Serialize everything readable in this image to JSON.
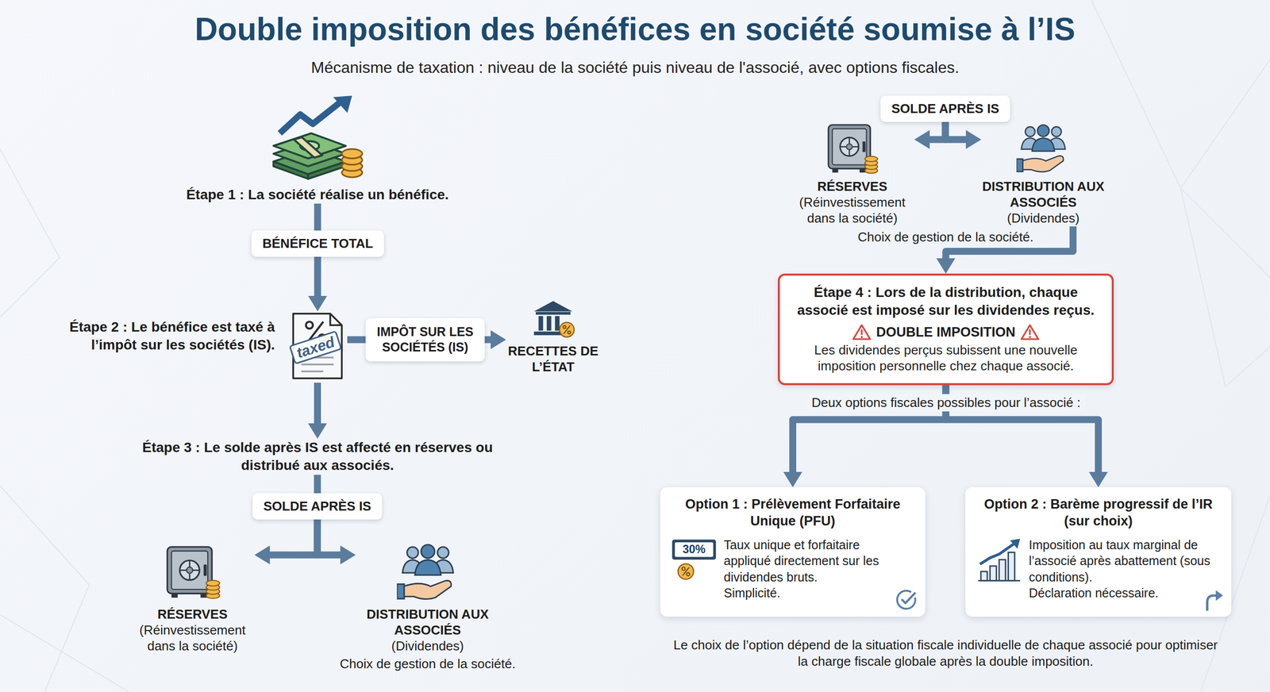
{
  "diagram": {
    "title": "Double imposition des bénéfices en société soumise à l’IS",
    "nodes": [
      {
        "text": [
          "Étape 1 : La société réalise un bénéfice."
        ]
      },
      {
        "text": [
          "BÉNÉFICE TOTAL"
        ]
      },
      {
        "text": [
          "Étape 2 : Le bénéfice est taxé à l’impôt sur les sociétés (IS)."
        ]
      },
      {
        "text": [
          "IMPÔT SUR LES SOCIÉTÉS (IS)"
        ]
      },
      {
        "text": [
          "RECETTES DE L’ÉTAT"
        ]
      },
      {
        "text": [
          "Étape 3 : Le solde après IS est affecté en réserves ou distribué aux associés."
        ]
      },
      {
        "text": [
          "SOLDE APRÈS IS"
        ]
      },
      {
        "text": [
          "RÉSERVES",
          "(Réinvestissement dans la société)"
        ]
      },
      {
        "text": [
          "DISTRIBUTION AUX ASSOCIÉS",
          "(Dividendes)"
        ]
      },
      {
        "text": [
          "SOLDE APRÈS IS"
        ]
      },
      {
        "text": [
          "RÉSERVES",
          "(Réinvestissement dans la société)"
        ]
      },
      {
        "text": [
          "DISTRIBUTION AUX ASSOCIÉS",
          "(Dividendes)"
        ]
      },
      {
        "text": [
          "Étape 4 : Lors de la distribution, chaque associé est imposé sur les dividendes reçus.",
          "DOUBLE IMPOSITION",
          "Les dividendes perçus subissent une nouvelle imposition personnelle chez chaque associé."
        ]
      },
      {
        "text": [
          "Option 1 : Prélèvement Forfaitaire Unique (PFU)",
          "Taux unique et forfaitaire appliqué directement sur les dividendes bruts.",
          "Simplicité."
        ]
      },
      {
        "text": [
          "Option 2 : Barème progressif de l’IR (sur choix)",
          "Imposition au taux marginal de l’associé après abattement (sous conditions).",
          "Déclaration nécessaire."
        ]
      }
    ],
    "edges": [
      {
        "from": 0,
        "to": 1,
        "arrow": "none"
      },
      {
        "from": 1,
        "to": 2,
        "arrow": "to"
      },
      {
        "from": 2,
        "to": 3,
        "arrow": "none"
      },
      {
        "from": 3,
        "to": 4,
        "arrow": "to"
      },
      {
        "from": 2,
        "to": 5,
        "arrow": "to"
      },
      {
        "from": 5,
        "to": 6,
        "arrow": "none"
      },
      {
        "from": 6,
        "to": 7,
        "arrow": "to"
      },
      {
        "from": 6,
        "to": 8,
        "arrow": "to"
      },
      {
        "from": 9,
        "to": 10,
        "arrow": "to"
      },
      {
        "from": 9,
        "to": 11,
        "arrow": "to"
      },
      {
        "from": 11,
        "to": 12,
        "arrow": "to"
      },
      {
        "from": 12,
        "to": 13,
        "arrow": "to"
      },
      {
        "from": 12,
        "to": 14,
        "arrow": "to"
      }
    ],
    "labels": [
      "Mécanisme de taxation : niveau de la société puis niveau de l'associé, avec options fiscales.",
      "Choix de gestion de la société.",
      "Choix de gestion de la société.",
      "Deux options fiscales possibles pour l’associé :",
      "Le choix de l’option dépend de la situation fiscale individuelle de chaque associé pour optimiser la charge fiscale globale après la double imposition.",
      "taxed",
      "30%"
    ]
  }
}
